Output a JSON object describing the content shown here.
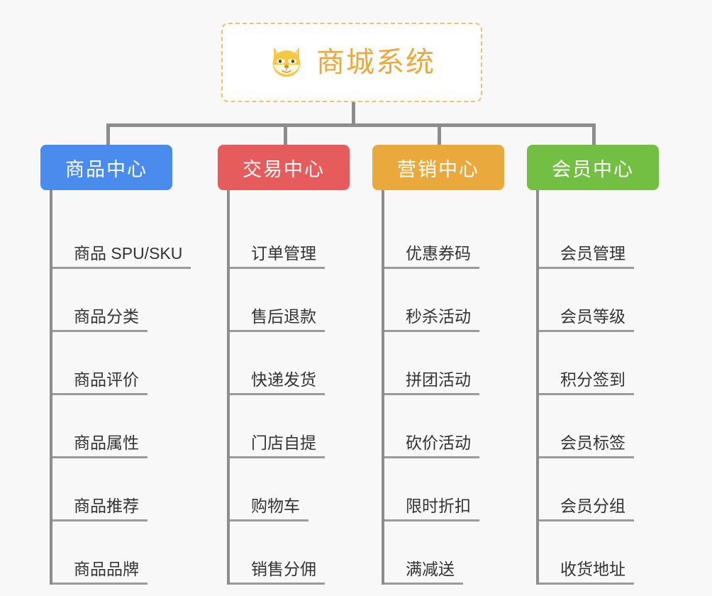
{
  "page": {
    "background_color": "#f8f8f8",
    "type": "mindmap"
  },
  "root": {
    "title": "商城系统",
    "icon": "shiba-dog-face-icon",
    "border_color": "#f0c070",
    "title_color": "#e8a93f",
    "background_color": "#ffffff"
  },
  "connector": {
    "color": "#8d8d8d"
  },
  "categories": [
    {
      "label": "商品中心",
      "color": "#4a8ced",
      "items": [
        {
          "label": "商品 SPU/SKU"
        },
        {
          "label": "商品分类"
        },
        {
          "label": "商品评价"
        },
        {
          "label": "商品属性"
        },
        {
          "label": "商品推荐"
        },
        {
          "label": "商品品牌"
        }
      ]
    },
    {
      "label": "交易中心",
      "color": "#e65c5c",
      "items": [
        {
          "label": "订单管理"
        },
        {
          "label": "售后退款"
        },
        {
          "label": "快递发货"
        },
        {
          "label": "门店自提"
        },
        {
          "label": "购物车"
        },
        {
          "label": "销售分佣"
        }
      ]
    },
    {
      "label": "营销中心",
      "color": "#eaa93d",
      "items": [
        {
          "label": "优惠券码"
        },
        {
          "label": "秒杀活动"
        },
        {
          "label": "拼团活动"
        },
        {
          "label": "砍价活动"
        },
        {
          "label": "限时折扣"
        },
        {
          "label": "满减送"
        }
      ]
    },
    {
      "label": "会员中心",
      "color": "#72bf44",
      "items": [
        {
          "label": "会员管理"
        },
        {
          "label": "会员等级"
        },
        {
          "label": "积分签到"
        },
        {
          "label": "会员标签"
        },
        {
          "label": "会员分组"
        },
        {
          "label": "收货地址"
        }
      ]
    }
  ]
}
